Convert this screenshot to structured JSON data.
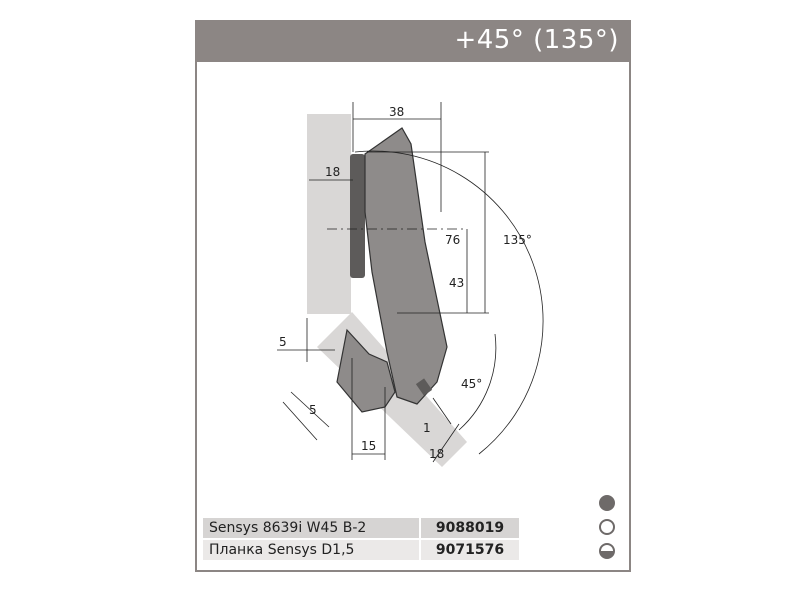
{
  "header": {
    "title": "+45° (135°)"
  },
  "drawing": {
    "dimensions": {
      "d38": "38",
      "d18_top": "18",
      "d76": "76",
      "d135": "135°",
      "d43": "43",
      "d5_top": "5",
      "d5_side": "5",
      "d45": "45°",
      "d1": "1",
      "d15": "15",
      "d18_bottom": "18"
    }
  },
  "parts": [
    {
      "name": "Sensys 8639i W45 B-2",
      "code": "9088019"
    },
    {
      "name": "Планка Sensys D1,5",
      "code": "9071576"
    }
  ],
  "indicators": [
    {
      "type": "full"
    },
    {
      "type": "empty"
    },
    {
      "type": "half"
    }
  ],
  "colors": {
    "header": "#8c8684",
    "row": "#d6d4d3"
  }
}
